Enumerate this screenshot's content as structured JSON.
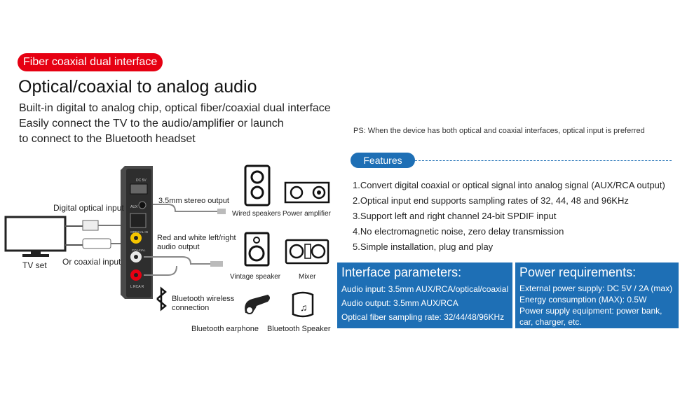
{
  "badge": "Fiber coaxial dual interface",
  "title": "Optical/coaxial to analog audio",
  "intro": [
    "Built-in digital to analog chip, optical fiber/coaxial dual interface",
    "Easily connect the TV to the audio/amplifier or launch",
    "to connect to the Bluetooth headset"
  ],
  "ps_note": "PS: When the device has both optical and coaxial interfaces, optical input is preferred",
  "features_title": "Features",
  "features": [
    "1.Convert digital coaxial or optical signal into analog signal (AUX/RCA output)",
    "2.Optical input end supports sampling rates of 32, 44, 48 and 96KHz",
    "3.Support left and right channel 24-bit SPDIF input",
    "4.No electromagnetic noise, zero delay transmission",
    "5.Simple installation, plug and play"
  ],
  "interface": {
    "title": "Interface parameters:",
    "lines": [
      "Audio input: 3.5mm AUX/RCA/optical/coaxial",
      "Audio output: 3.5mm AUX/RCA",
      "Optical fiber sampling rate: 32/44/48/96KHz"
    ]
  },
  "power": {
    "title": "Power requirements:",
    "lines": [
      "External power supply: DC 5V / 2A (max)",
      "Energy consumption (MAX): 0.5W",
      "Power supply equipment: power bank,",
      "car, charger, etc."
    ]
  },
  "diagram": {
    "digital_optical_input": "Digital optical input",
    "or_coaxial_input": "Or coaxial input",
    "tv_set": "TV set",
    "stereo_output": "3.5mm stereo output",
    "wired_speakers": "Wired speakers",
    "power_amplifier": "Power amplifier",
    "rca_output_1": "Red and white left/right",
    "rca_output_2": "audio output",
    "vintage_speaker": "Vintage speaker",
    "mixer": "Mixer",
    "bt_wireless_1": "Bluetooth wireless",
    "bt_wireless_2": "connection",
    "bt_earphone": "Bluetooth earphone",
    "bt_speaker": "Bluetooth Speaker",
    "port_dc": "DC 5V",
    "port_aux": "AUX",
    "port_optical": "OPTICAL IN",
    "port_coaxial": "COAXIAL",
    "port_rca": "L RCA R"
  },
  "colors": {
    "brand_red": "#e60012",
    "accent_blue": "#1e6fb5"
  }
}
